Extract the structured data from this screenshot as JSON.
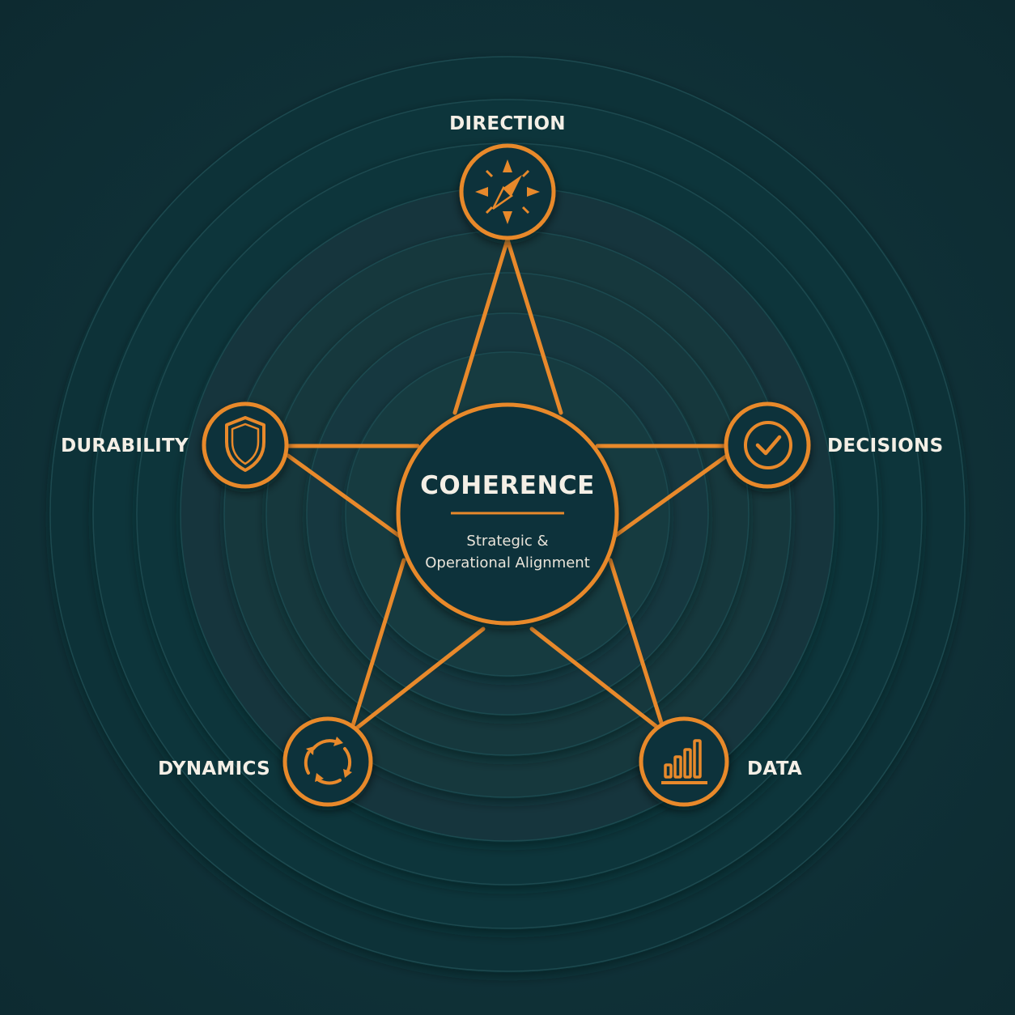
{
  "colors": {
    "accent": "#e8892b",
    "background": "#10333a",
    "ring_fill": "#12363c",
    "text": "#f4efe6"
  },
  "center": {
    "title": "COHERENCE",
    "subtitle_line1": "Strategic &",
    "subtitle_line2": "Operational Alignment"
  },
  "nodes": [
    {
      "id": "direction",
      "label": "DIRECTION",
      "icon": "compass-icon"
    },
    {
      "id": "decisions",
      "label": "DECISIONS",
      "icon": "check-circle-icon"
    },
    {
      "id": "data",
      "label": "DATA",
      "icon": "bar-chart-icon"
    },
    {
      "id": "dynamics",
      "label": "DYNAMICS",
      "icon": "cycle-arrows-icon"
    },
    {
      "id": "durability",
      "label": "DURABILITY",
      "icon": "shield-icon"
    }
  ]
}
